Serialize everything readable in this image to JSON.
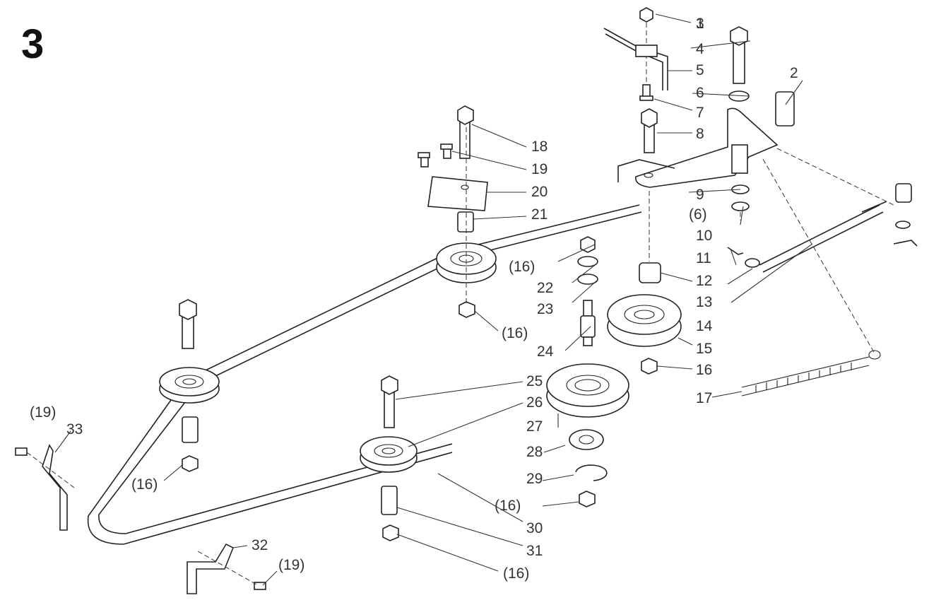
{
  "figure": {
    "number": "3"
  },
  "callouts": [
    "1",
    "2",
    "3",
    "4",
    "5",
    "6",
    "7",
    "8",
    "9",
    "(6)",
    "10",
    "11",
    "13",
    "12",
    "(16)",
    "22",
    "23",
    "14",
    "15",
    "16",
    "24",
    "17",
    "18",
    "19",
    "20",
    "21",
    "(16)",
    "25",
    "26",
    "27",
    "28",
    "29",
    "(16)",
    "30",
    "31",
    "(16)",
    "(19)",
    "33",
    "(16)",
    "32",
    "(19)"
  ],
  "colors": {
    "line": "#222222",
    "text": "#333333",
    "background": "#ffffff"
  }
}
